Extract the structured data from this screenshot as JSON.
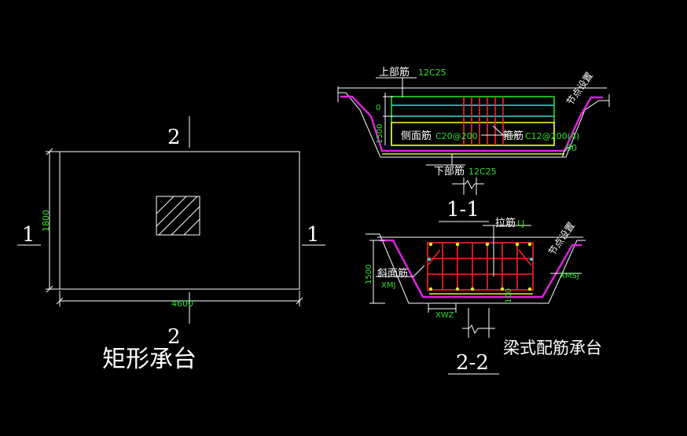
{
  "left_plan": {
    "title": "矩形承台",
    "width_dim": "4600",
    "height_dim": "1800",
    "section_top": "2",
    "section_bottom": "2",
    "section_left": "1",
    "section_right": "1"
  },
  "section_11": {
    "title": "1-1",
    "top_bar_label": "上部筋",
    "top_bar_spec": "12C25",
    "side_bar_label": "侧面筋",
    "side_bar_spec": "C20@200",
    "stirrup_label": "箍筋",
    "stirrup_spec": "C12@200(4)",
    "bottom_bar_label": "下部筋",
    "bottom_bar_spec": "12C25",
    "angle_label": "90",
    "node_label": "节点设置",
    "dim_small": "0",
    "dim_height": "1500"
  },
  "section_22": {
    "title": "2-2",
    "tie_label": "拉筋",
    "tie_spec": "LJ",
    "slope_label": "斜面筋",
    "slope_spec": "XMJ",
    "xmsj_label": "XMSJ",
    "xwz_label": "XWZ",
    "dim_height": "1500",
    "dim_small": "100",
    "node_label": "节点设置"
  },
  "caption": "梁式配筋承台",
  "colors": {
    "background": "#000000",
    "line": "#ffffff",
    "magenta": "#e020e0",
    "green": "#20e020",
    "cyan": "#30e0e0",
    "yellow": "#f0f020",
    "red": "#ff2020"
  }
}
